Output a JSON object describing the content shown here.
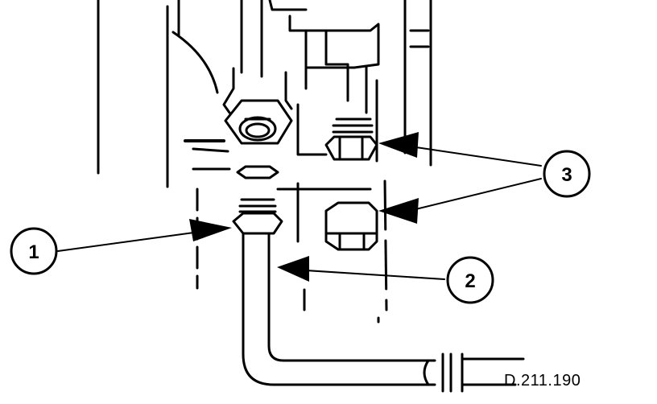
{
  "diagram": {
    "reference_code": "D.211.190",
    "callouts": [
      {
        "id": "1",
        "label": "1"
      },
      {
        "id": "2",
        "label": "2"
      },
      {
        "id": "3",
        "label": "3"
      }
    ],
    "colors": {
      "ink": "#000000",
      "paper": "#ffffff"
    }
  }
}
